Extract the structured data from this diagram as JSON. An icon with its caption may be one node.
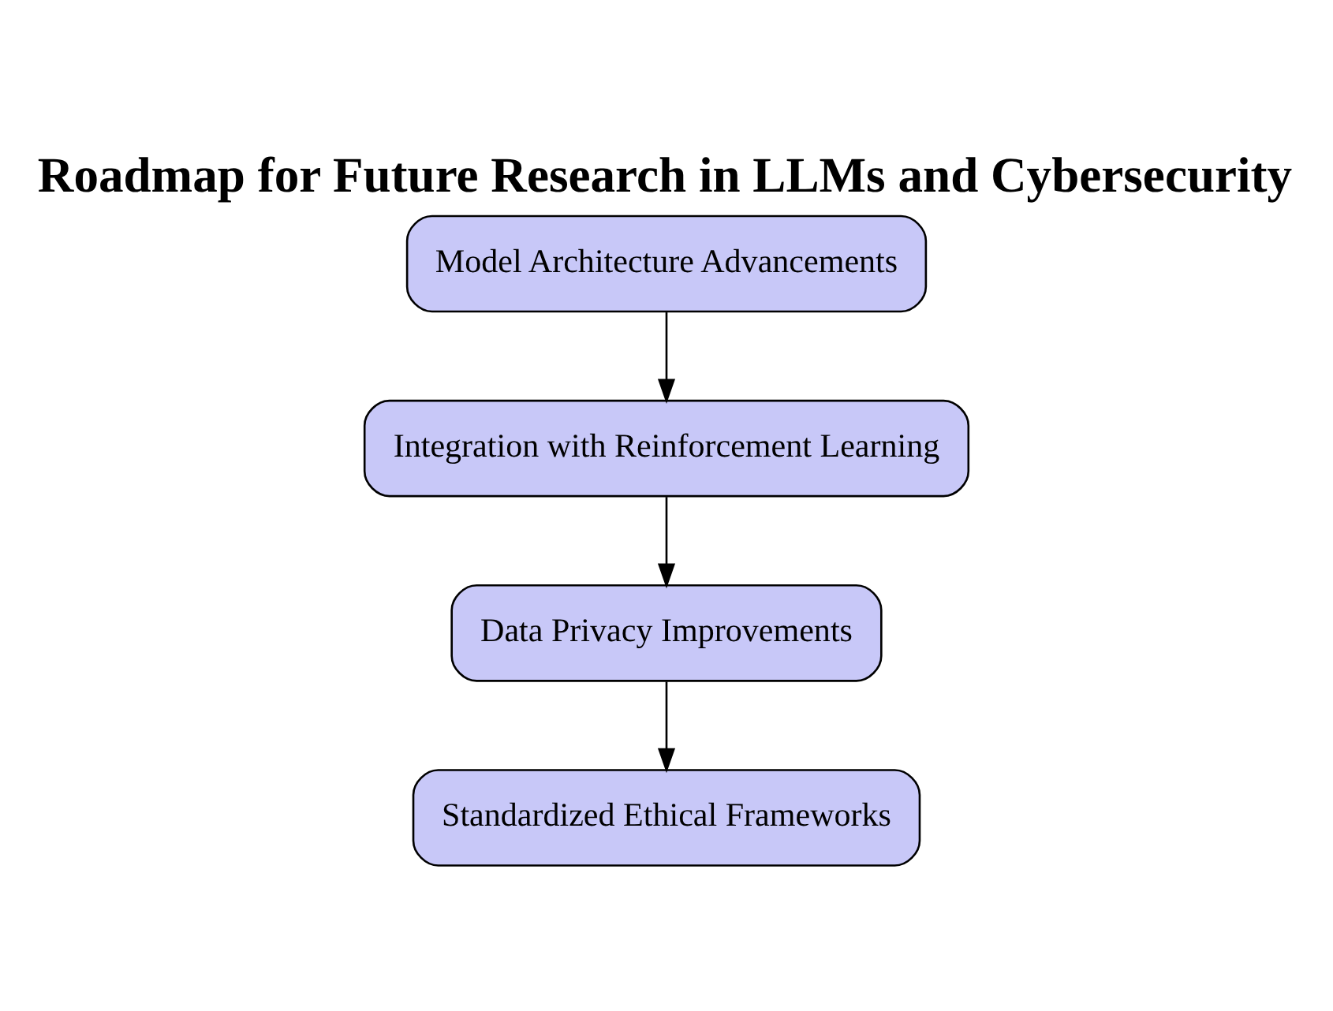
{
  "diagram": {
    "title": "Roadmap for Future Research in LLMs and Cybersecurity",
    "nodes": [
      {
        "text": [
          "Model Architecture Advancements"
        ]
      },
      {
        "text": [
          "Integration with Reinforcement Learning"
        ]
      },
      {
        "text": [
          "Data Privacy Improvements"
        ]
      },
      {
        "text": [
          "Standardized Ethical Frameworks"
        ]
      }
    ],
    "edges": [
      {
        "from": 0,
        "to": 1,
        "arrow": "to"
      },
      {
        "from": 1,
        "to": 2,
        "arrow": "to"
      },
      {
        "from": 2,
        "to": 3,
        "arrow": "to"
      }
    ]
  }
}
